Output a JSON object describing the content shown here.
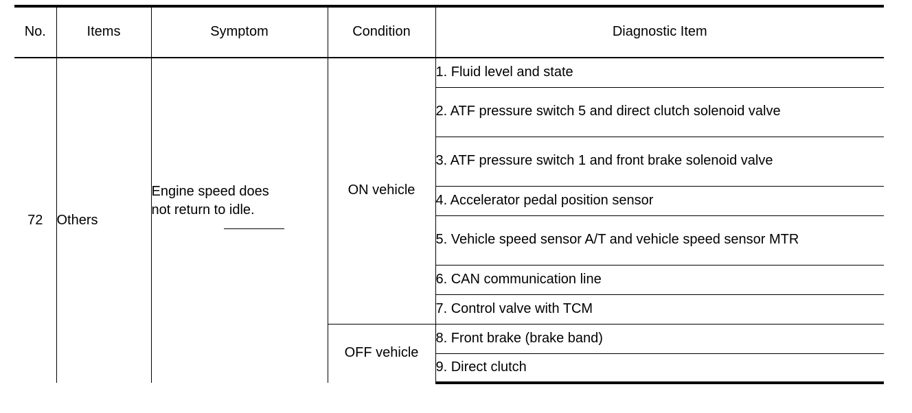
{
  "table": {
    "headers": [
      "No.",
      "Items",
      "Symptom",
      "Condition",
      "Diagnostic Item"
    ],
    "row": {
      "no": "72",
      "items": "Others",
      "symptom_line1": "Engine speed does",
      "symptom_line2": "not return to idle.",
      "condition_on": "ON vehicle",
      "condition_off": "OFF vehicle"
    },
    "diagnostic_items": [
      "1. Fluid level and state",
      "2. ATF pressure switch 5 and direct clutch solenoid valve",
      "3. ATF pressure switch 1 and front brake solenoid valve",
      "4. Accelerator pedal position sensor",
      "5. Vehicle speed sensor A/T and vehicle speed sensor MTR",
      "6. CAN communication line",
      "7. Control valve with TCM",
      "8. Front brake (brake band)",
      "9. Direct clutch"
    ]
  }
}
